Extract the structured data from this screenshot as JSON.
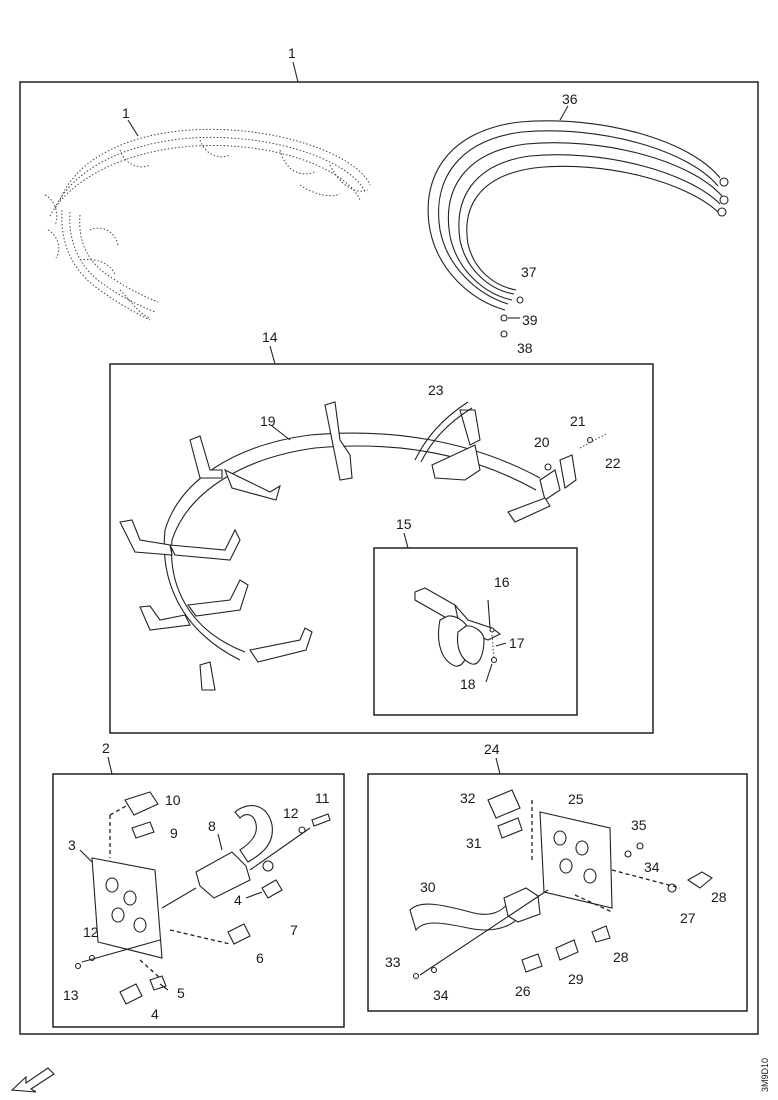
{
  "callouts": {
    "c1_top": "1",
    "c1_harness": "1",
    "c36": "36",
    "c37": "37",
    "c39": "39",
    "c38": "38",
    "c14": "14",
    "c19": "19",
    "c23": "23",
    "c20": "20",
    "c21": "21",
    "c22": "22",
    "c15": "15",
    "c16": "16",
    "c17": "17",
    "c18": "18",
    "c2": "2",
    "c10": "10",
    "c9": "9",
    "c8": "8",
    "c12_top": "12",
    "c11": "11",
    "c3": "3",
    "c4_mid": "4",
    "c7": "7",
    "c12_left": "12",
    "c6": "6",
    "c13": "13",
    "c5": "5",
    "c4_bot": "4",
    "c24": "24",
    "c32": "32",
    "c25": "25",
    "c31": "31",
    "c35": "35",
    "c34_right": "34",
    "c30": "30",
    "c28_right": "28",
    "c27": "27",
    "c33": "33",
    "c34_bot": "34",
    "c26": "26",
    "c29": "29",
    "c28_bot": "28"
  },
  "drawing_id": "3M9D10",
  "icons": {
    "front_arrow": "front-direction-arrow-icon"
  }
}
